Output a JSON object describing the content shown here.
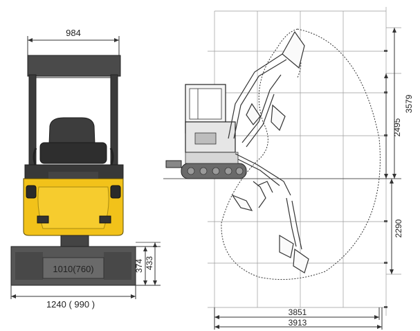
{
  "front_view": {
    "top_width": "984",
    "track_gauge": "1010(760)",
    "overall_width": "1240 ( 990 )",
    "track_height": "374",
    "ground_clearance_height": "433"
  },
  "side_view": {
    "max_dig_height": "3579",
    "max_dump_height": "2495",
    "max_dig_depth": "2290",
    "max_reach_ground": "3851",
    "max_reach": "3913"
  },
  "colors": {
    "body_yellow": "#f2c21a",
    "track_grey": "#555555",
    "line": "#333333",
    "grid": "#9a9a9a"
  }
}
